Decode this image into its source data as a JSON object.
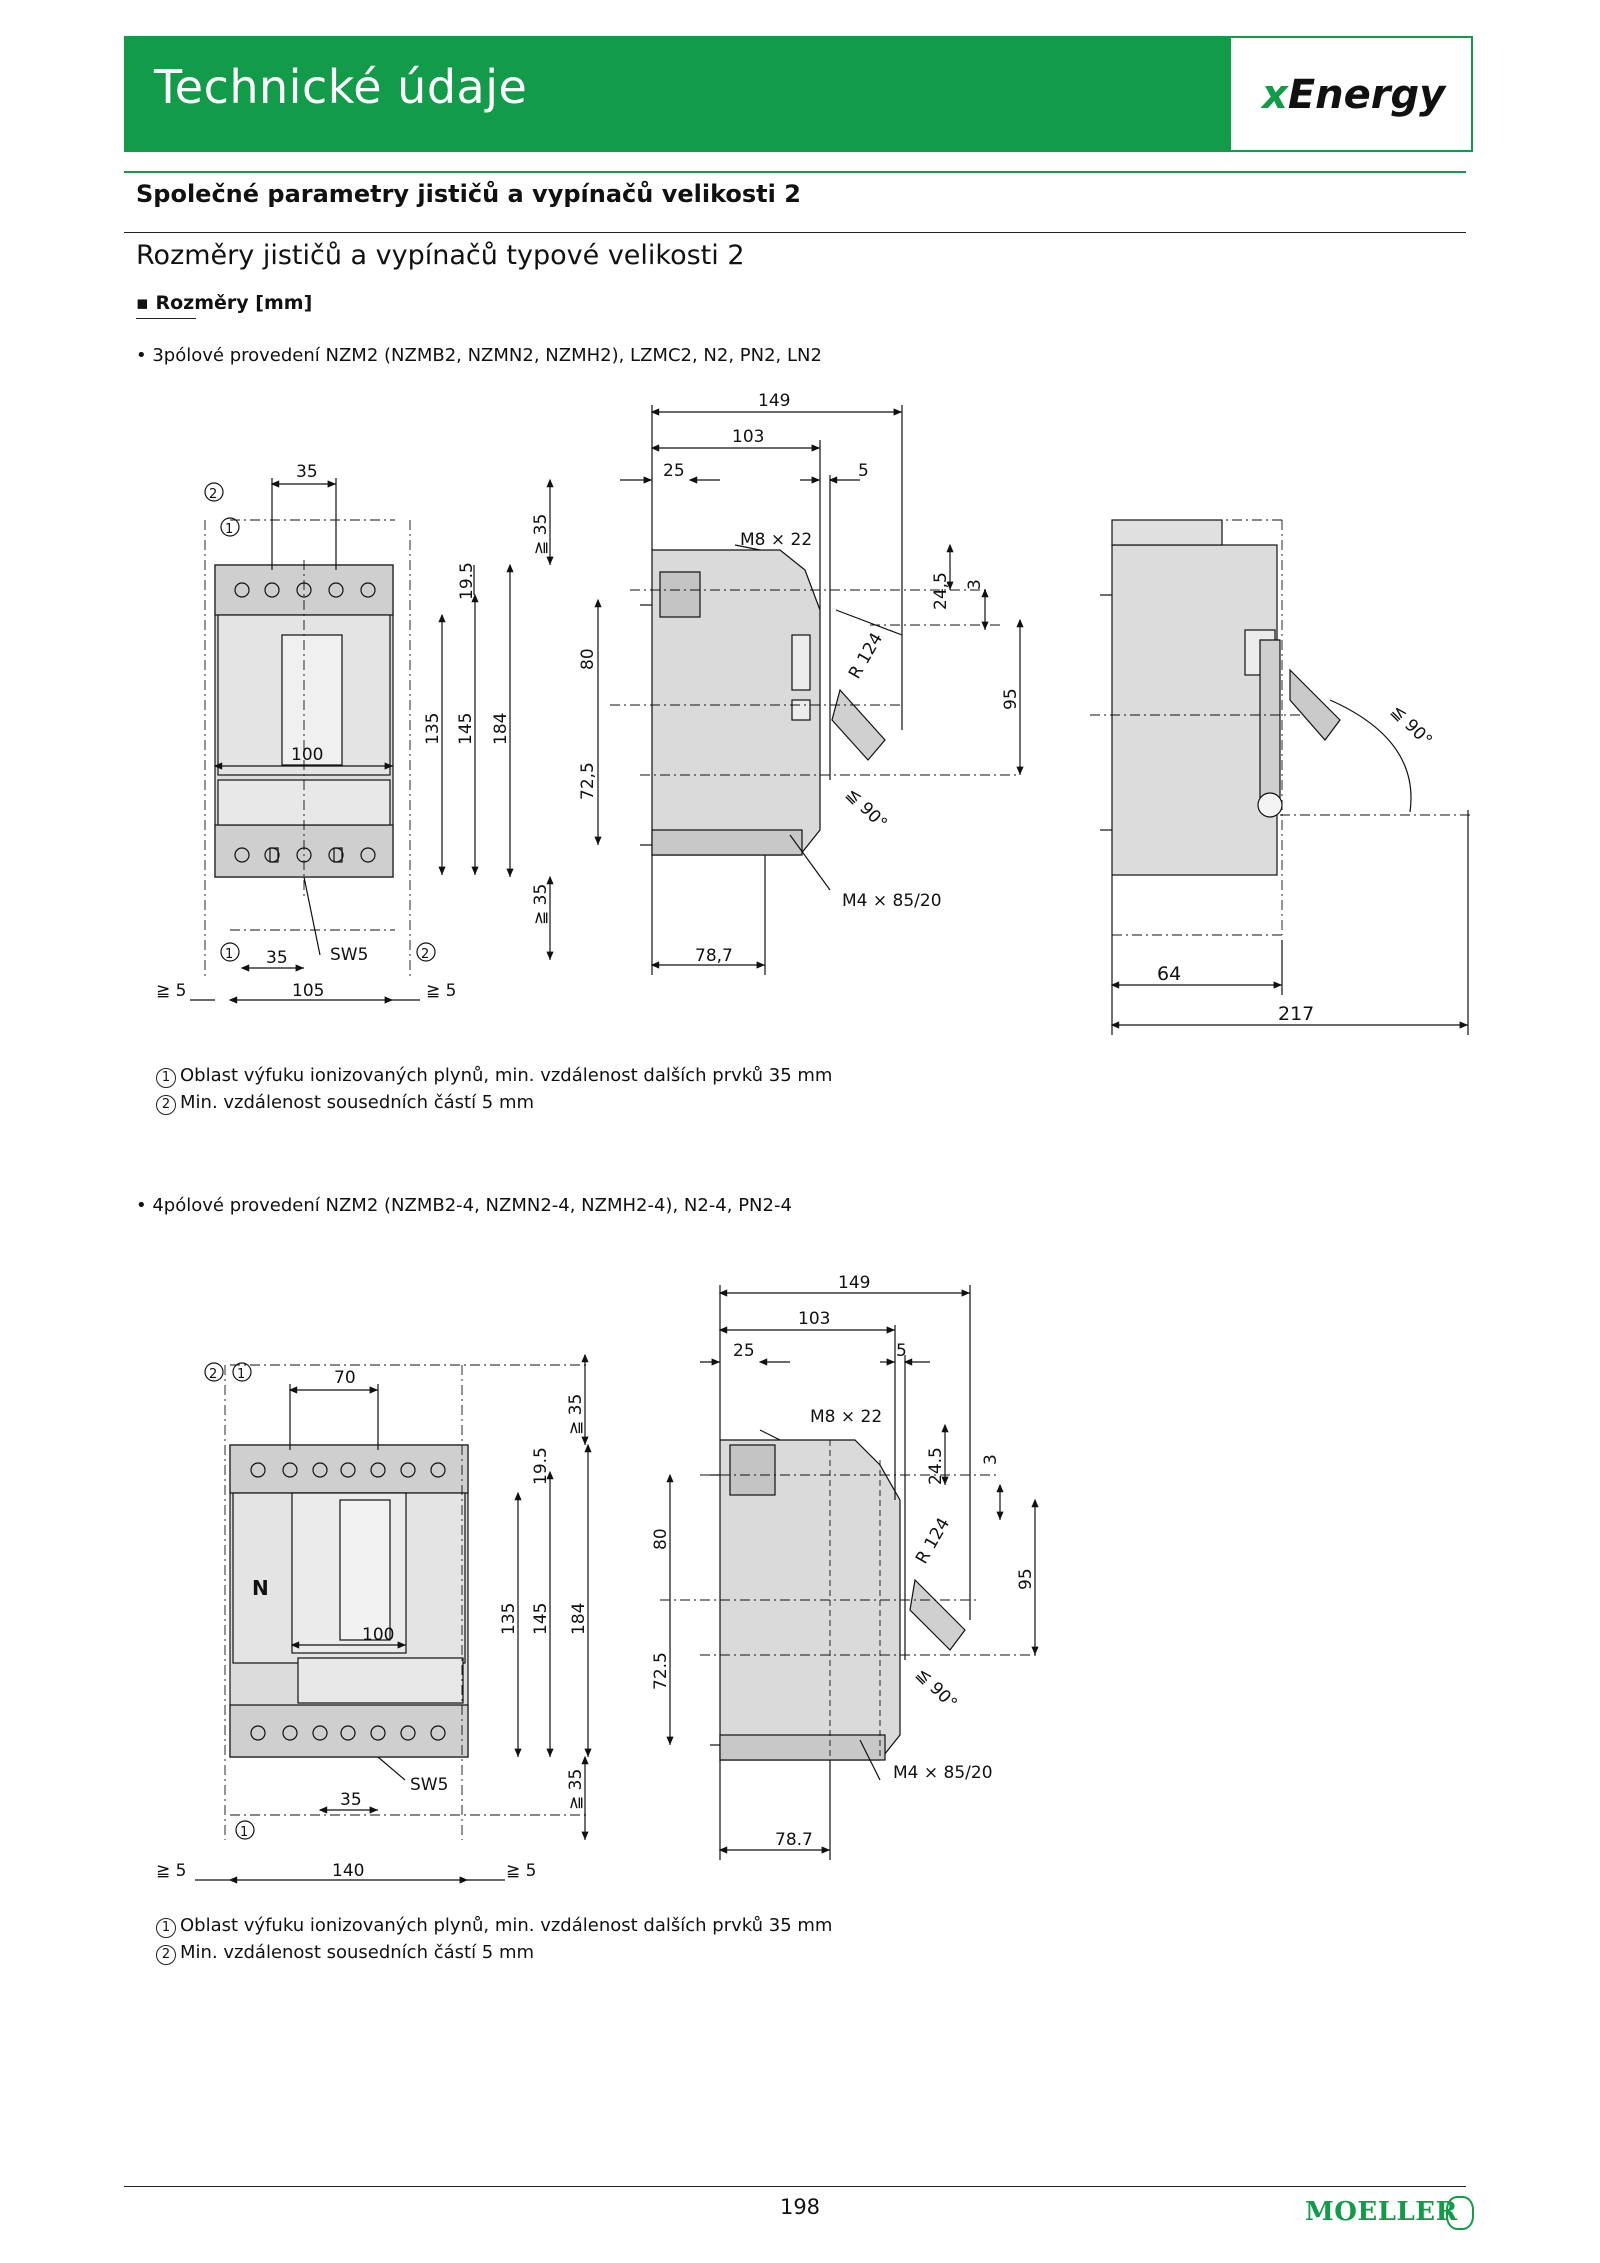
{
  "header": {
    "title": "Technické údaje",
    "logo": "xEnergy",
    "logo_x": "x",
    "logo_rest": "Energy"
  },
  "section_title": "Společné parametry jističů a vypínačů velikosti 2",
  "subsection_title": "Rozměry jističů a vypínačů typové velikosti 2",
  "units_label": "Rozměry [mm]",
  "variant_3pole": {
    "caption": "3pólové provedení NZM2 (NZMB2, NZMN2, NZMH2), LZMC2, N2, PN2, LN2",
    "front": {
      "d35_top": "35",
      "d100": "100",
      "d135": "135",
      "d145": "145",
      "d184": "184",
      "d19_5": "19.5",
      "d_ge35_top": "≧ 35",
      "d_ge35_bot": "≧ 35",
      "d35_bot": "35",
      "d105": "105",
      "d_ge5_left": "≧ 5",
      "d_ge5_right": "≧ 5",
      "sw5": "SW5",
      "m1": "1",
      "m2": "2"
    },
    "side": {
      "d149": "149",
      "d103": "103",
      "d25": "25",
      "d5": "5",
      "m8": "M8 × 22",
      "d24_5": "24,5",
      "d3": "3",
      "d80": "80",
      "r124": "R 124",
      "d95": "95",
      "d72_5": "72,5",
      "angle": "≦ 90°",
      "m4": "M4 × 85/20",
      "d78_7": "78,7"
    },
    "rear": {
      "angle": "≦ 90°",
      "d64": "64",
      "d217": "217"
    },
    "notes": [
      {
        "num": "1",
        "text": "Oblast výfuku ionizovaných plynů, min. vzdálenost dalších prvků 35 mm"
      },
      {
        "num": "2",
        "text": "Min. vzdálenost sousedních částí 5 mm"
      }
    ]
  },
  "variant_4pole": {
    "caption": "4pólové provedení NZM2 (NZMB2-4, NZMN2-4, NZMH2-4), N2-4, PN2-4",
    "front": {
      "d70": "70",
      "d100": "100",
      "d135": "135",
      "d145": "145",
      "d184": "184",
      "d19_5": "19.5",
      "d_ge35_top": "≧ 35",
      "d_ge35_bot": "≧ 35",
      "d35": "35",
      "d140": "140",
      "d_ge5_left": "≧ 5",
      "d_ge5_right": "≧ 5",
      "sw5": "SW5",
      "n": "N",
      "m1": "1",
      "m2": "2"
    },
    "side": {
      "d149": "149",
      "d103": "103",
      "d25": "25",
      "d5": "5",
      "m8": "M8 × 22",
      "d24_5": "24.5",
      "d3": "3",
      "d80": "80",
      "r124": "R 124",
      "d95": "95",
      "d72_5": "72.5",
      "angle": "≦ 90°",
      "m4": "M4 × 85/20",
      "d78_7": "78.7"
    },
    "notes": [
      {
        "num": "1",
        "text": "Oblast výfuku ionizovaných plynů, min. vzdálenost dalších prvků 35 mm"
      },
      {
        "num": "2",
        "text": "Min. vzdálenost sousedních částí 5 mm"
      }
    ]
  },
  "footer": {
    "page": "198",
    "brand": "MOELLER"
  },
  "colors": {
    "brand_green": "#129b49",
    "drawing_gray": "#d6d6d6"
  }
}
